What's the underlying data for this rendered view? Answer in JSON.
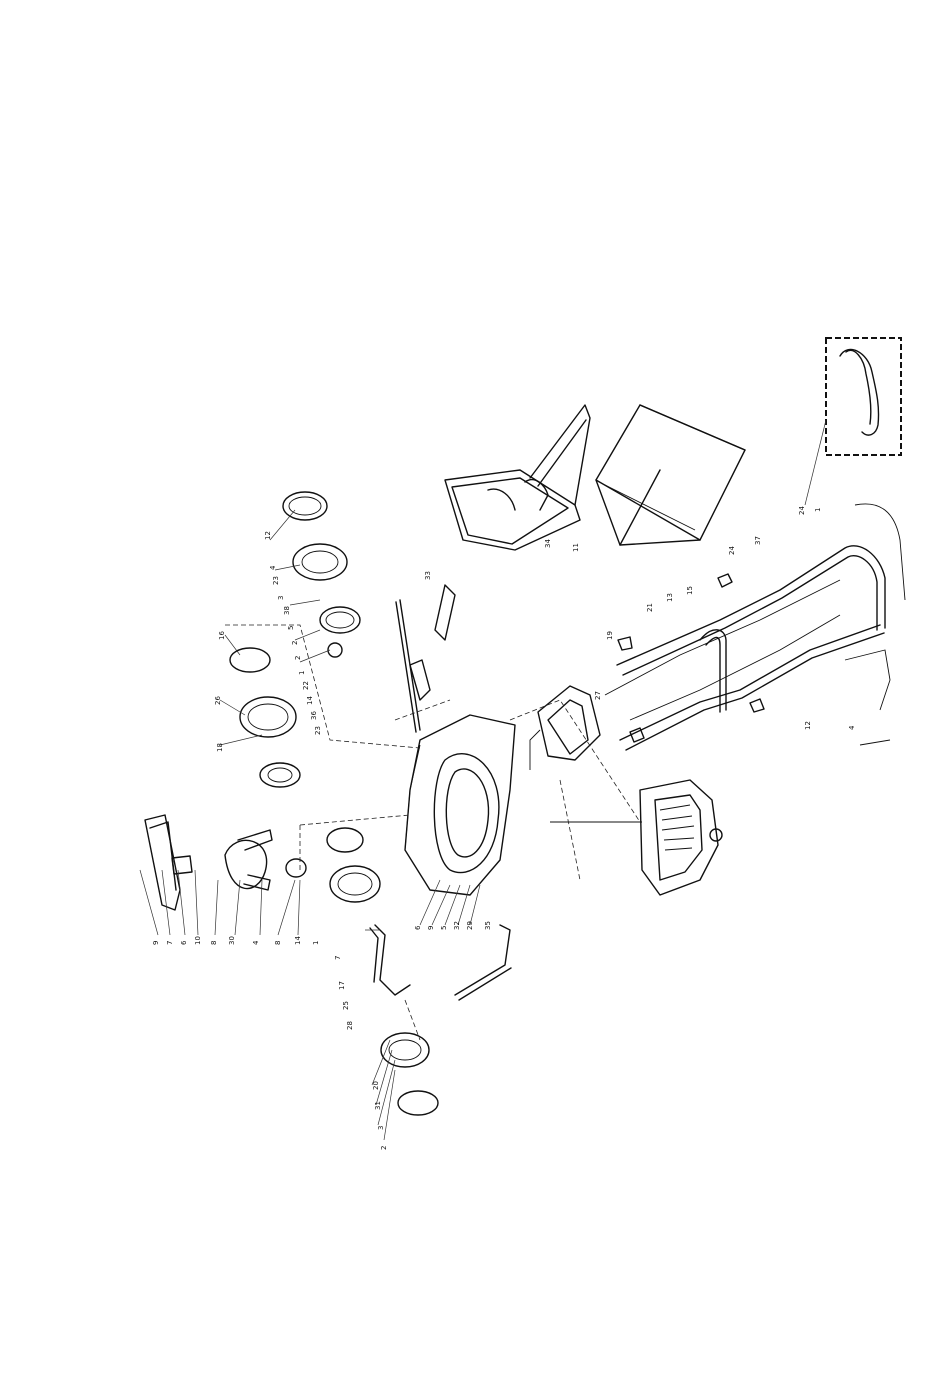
{
  "part_numbers": [
    "12",
    "4",
    "23",
    "3",
    "38",
    "5",
    "2",
    "2",
    "1",
    "22",
    "14",
    "36",
    "23",
    "16",
    "26",
    "18",
    "9",
    "7",
    "6",
    "10",
    "8",
    "30",
    "4",
    "8",
    "14",
    "1",
    "7",
    "17",
    "25",
    "28",
    "20",
    "31",
    "3",
    "2",
    "6",
    "9",
    "5",
    "32",
    "29",
    "35",
    "33",
    "34",
    "11",
    "27",
    "19",
    "21",
    "13",
    "15",
    "24",
    "37",
    "12",
    "4",
    "24",
    "1"
  ]
}
